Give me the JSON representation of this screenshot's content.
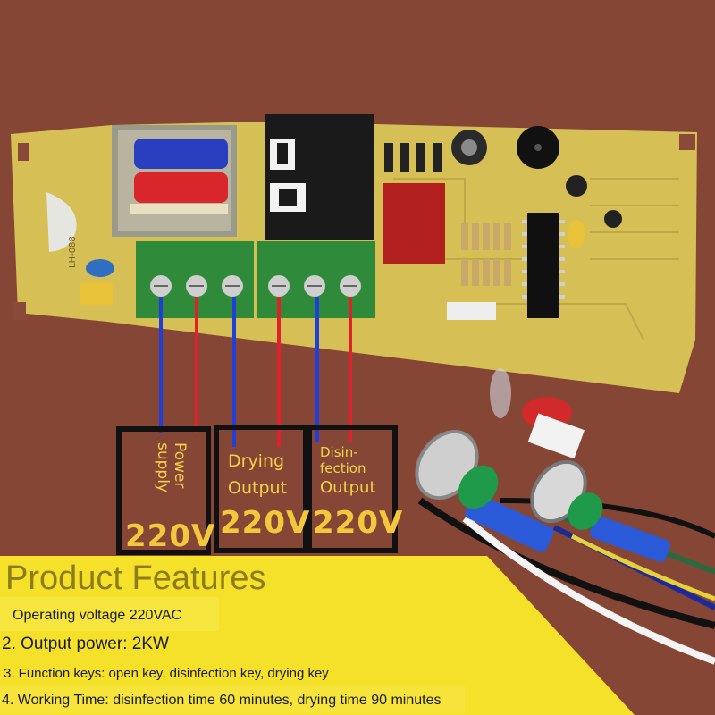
{
  "board": {
    "silkscreen": "LH-088",
    "terminals": 6
  },
  "labels": {
    "power_supply": "Power supply",
    "drying_output_line1": "Drying",
    "drying_output_line2": "Output",
    "disinfection_line1": "Disin-",
    "disinfection_line2": "fection",
    "disinfection_line3": "Output",
    "voltage_1": "220V",
    "voltage_2": "220V",
    "voltage_3": "220V"
  },
  "features": {
    "title": "Product Features",
    "item1": "Operating voltage 220VAC",
    "item2": "2. Output power: 2KW",
    "item3": "3. Function keys: open key, disinfection key, drying key",
    "item4": "4. Working Time: disinfection time 60 minutes, drying time 90 minutes"
  },
  "colors": {
    "background": "#8a4a3a",
    "pcb": "#d9c25a",
    "terminal": "#2f8a3a",
    "wire_blue": "#1f3fd8",
    "wire_red": "#e0202a",
    "label_text": "#f3c83c",
    "banner": "#f5e12a"
  }
}
